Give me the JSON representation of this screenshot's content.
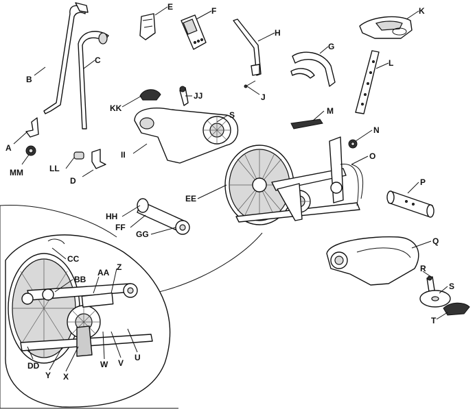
{
  "parts": [
    {
      "id": "A",
      "label": "A"
    },
    {
      "id": "B",
      "label": "B"
    },
    {
      "id": "C",
      "label": "C"
    },
    {
      "id": "D",
      "label": "D"
    },
    {
      "id": "E",
      "label": "E"
    },
    {
      "id": "F",
      "label": "F"
    },
    {
      "id": "G",
      "label": "G"
    },
    {
      "id": "H",
      "label": "H"
    },
    {
      "id": "J",
      "label": "J"
    },
    {
      "id": "K",
      "label": "K"
    },
    {
      "id": "L",
      "label": "L"
    },
    {
      "id": "M",
      "label": "M"
    },
    {
      "id": "N",
      "label": "N"
    },
    {
      "id": "O",
      "label": "O"
    },
    {
      "id": "P",
      "label": "P"
    },
    {
      "id": "Q",
      "label": "Q"
    },
    {
      "id": "R",
      "label": "R"
    },
    {
      "id": "S_pedal",
      "label": "S"
    },
    {
      "id": "S_upper",
      "label": "S"
    },
    {
      "id": "T",
      "label": "T"
    },
    {
      "id": "U",
      "label": "U"
    },
    {
      "id": "V",
      "label": "V"
    },
    {
      "id": "W",
      "label": "W"
    },
    {
      "id": "X",
      "label": "X"
    },
    {
      "id": "Y",
      "label": "Y"
    },
    {
      "id": "Z",
      "label": "Z"
    },
    {
      "id": "AA",
      "label": "AA"
    },
    {
      "id": "BB",
      "label": "BB"
    },
    {
      "id": "CC",
      "label": "CC"
    },
    {
      "id": "DD",
      "label": "DD"
    },
    {
      "id": "EE",
      "label": "EE"
    },
    {
      "id": "FF",
      "label": "FF"
    },
    {
      "id": "GG",
      "label": "GG"
    },
    {
      "id": "HH",
      "label": "HH"
    },
    {
      "id": "II",
      "label": "II"
    },
    {
      "id": "JJ",
      "label": "JJ"
    },
    {
      "id": "KK",
      "label": "KK"
    },
    {
      "id": "LL",
      "label": "LL"
    },
    {
      "id": "MM",
      "label": "MM"
    }
  ]
}
